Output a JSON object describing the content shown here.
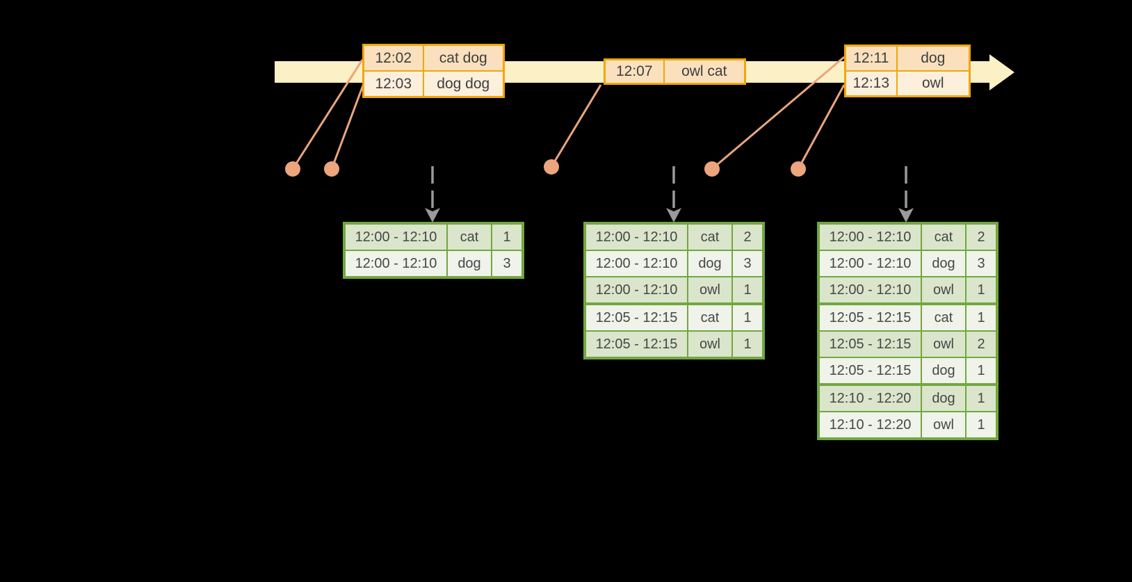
{
  "colors": {
    "background": "#000000",
    "timeline_fill": "#FCF0C6",
    "event_table_border": "#F0A70B",
    "event_row_fill": "#FAE0BD",
    "event_row_alt_fill": "#FCEFDC",
    "connector_and_dots": "#ECA57D",
    "trigger_arrow": "#9A9A9A",
    "result_table_border": "#72A73F",
    "result_row_fill": "#DAE5CB",
    "result_row_alt_fill": "#EFF3EA",
    "text": "#3E3E3E"
  },
  "event_tables": [
    {
      "rows": [
        {
          "time": "12:02",
          "words": "cat dog"
        },
        {
          "time": "12:03",
          "words": "dog dog"
        }
      ]
    },
    {
      "rows": [
        {
          "time": "12:07",
          "words": "owl cat"
        }
      ]
    },
    {
      "rows": [
        {
          "time": "12:11",
          "words": "dog"
        },
        {
          "time": "12:13",
          "words": "owl"
        }
      ]
    }
  ],
  "result_tables": [
    {
      "rows": [
        {
          "window": "12:00 - 12:10",
          "word": "cat",
          "count": "1"
        },
        {
          "window": "12:00 - 12:10",
          "word": "dog",
          "count": "3"
        }
      ]
    },
    {
      "rows": [
        {
          "window": "12:00 - 12:10",
          "word": "cat",
          "count": "2"
        },
        {
          "window": "12:00 - 12:10",
          "word": "dog",
          "count": "3"
        },
        {
          "window": "12:00 - 12:10",
          "word": "owl",
          "count": "1"
        },
        {
          "window": "12:05 - 12:15",
          "word": "cat",
          "count": "1"
        },
        {
          "window": "12:05 - 12:15",
          "word": "owl",
          "count": "1"
        }
      ]
    },
    {
      "rows": [
        {
          "window": "12:00 - 12:10",
          "word": "cat",
          "count": "2"
        },
        {
          "window": "12:00 - 12:10",
          "word": "dog",
          "count": "3"
        },
        {
          "window": "12:00 - 12:10",
          "word": "owl",
          "count": "1"
        },
        {
          "window": "12:05 - 12:15",
          "word": "cat",
          "count": "1"
        },
        {
          "window": "12:05 - 12:15",
          "word": "owl",
          "count": "2"
        },
        {
          "window": "12:05 - 12:15",
          "word": "dog",
          "count": "1"
        },
        {
          "window": "12:10 - 12:20",
          "word": "dog",
          "count": "1"
        },
        {
          "window": "12:10 - 12:20",
          "word": "owl",
          "count": "1"
        }
      ]
    }
  ]
}
